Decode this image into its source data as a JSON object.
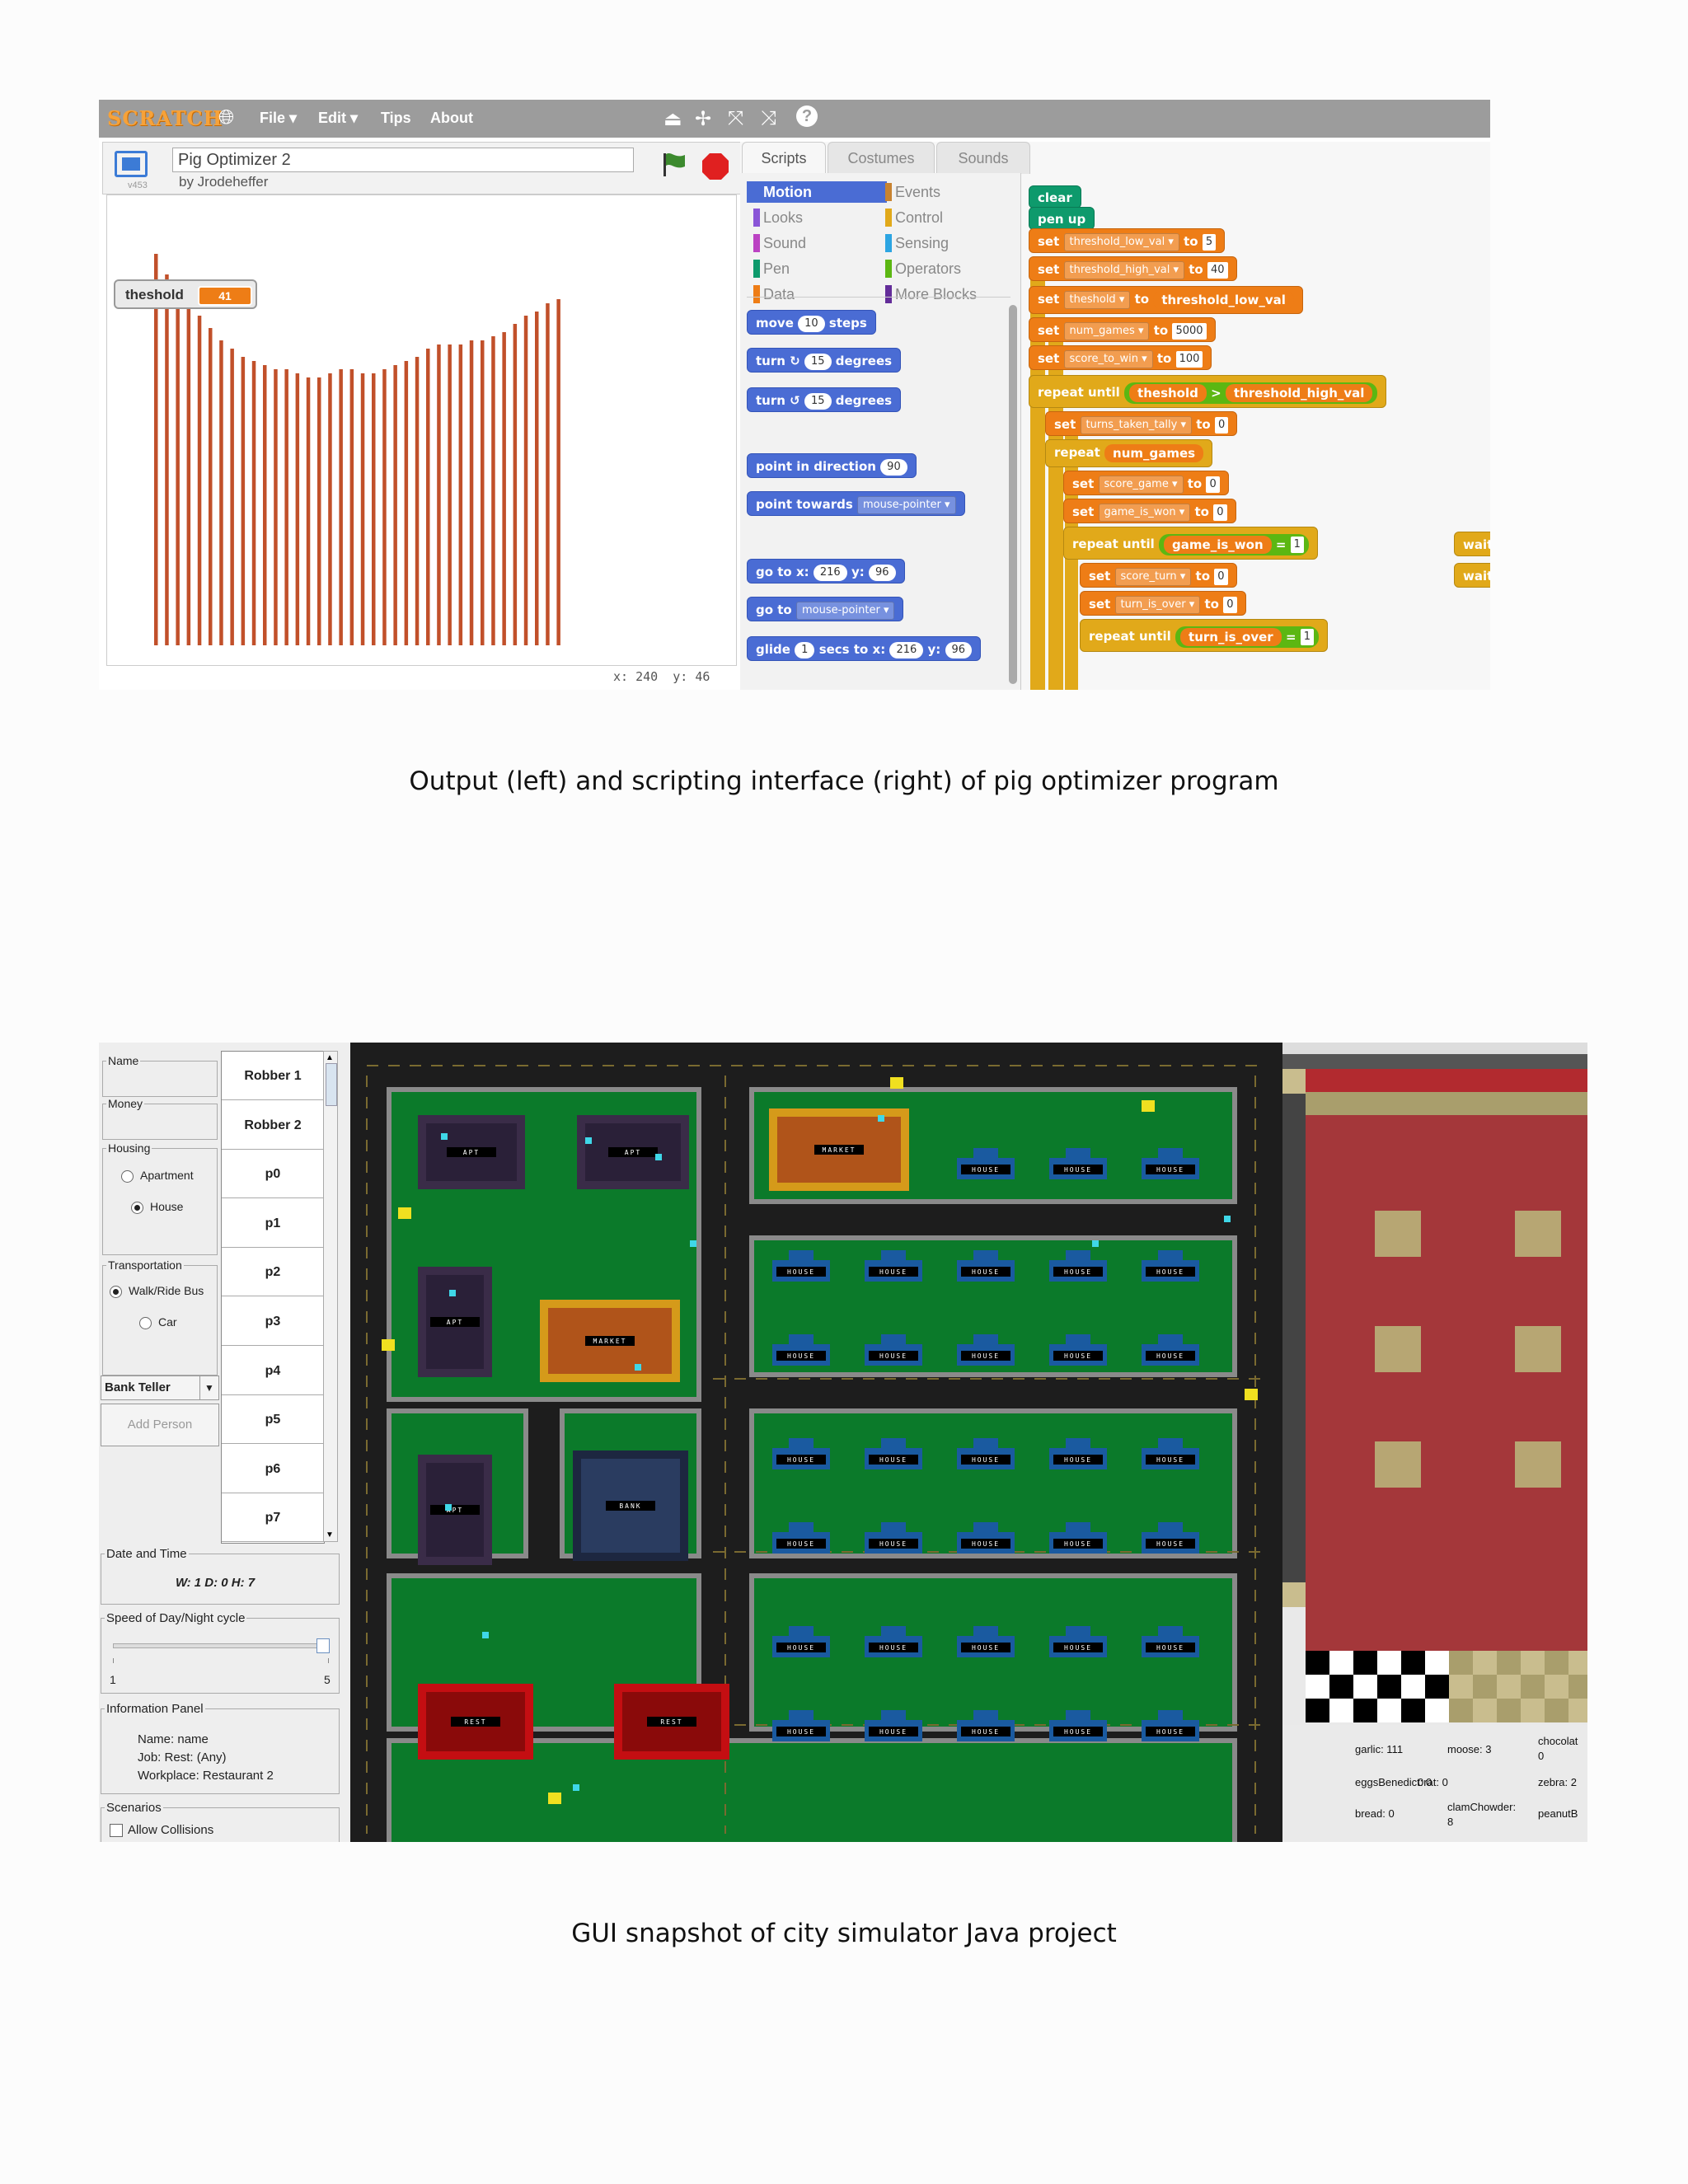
{
  "scratch": {
    "logo": "SCRATCH",
    "menu": [
      "File ▾",
      "Edit ▾",
      "Tips",
      "About"
    ],
    "tool_icons": [
      "stamp-icon",
      "move-icon",
      "grow-icon",
      "shrink-icon",
      "help-icon"
    ],
    "tool_glyphs": [
      "⏏",
      "✢",
      "⤧",
      "⤨",
      "?"
    ],
    "project_title": "Pig Optimizer 2",
    "author": "by Jrodeheffer",
    "version": "v453",
    "monitor": {
      "label": "theshold",
      "value": "41"
    },
    "mouse_x": "x: 240",
    "mouse_y": "y: 46",
    "tabs": [
      "Scripts",
      "Costumes",
      "Sounds"
    ],
    "categories": [
      {
        "name": "Motion",
        "color": "#4a6cd4"
      },
      {
        "name": "Events",
        "color": "#c88330"
      },
      {
        "name": "Looks",
        "color": "#8a55d7"
      },
      {
        "name": "Control",
        "color": "#e1a91a"
      },
      {
        "name": "Sound",
        "color": "#bb42c3"
      },
      {
        "name": "Sensing",
        "color": "#2ca5e2"
      },
      {
        "name": "Pen",
        "color": "#0e9a6c"
      },
      {
        "name": "Operators",
        "color": "#5cb712"
      },
      {
        "name": "Data",
        "color": "#ee7d16"
      },
      {
        "name": "More Blocks",
        "color": "#632d99"
      }
    ],
    "palette": {
      "move": "move",
      "move_val": "10",
      "steps": "steps",
      "turn": "turn",
      "turn_right_glyph": "↻",
      "turn_left_glyph": "↺",
      "deg_val": "15",
      "degrees": "degrees",
      "point_dir": "point in direction",
      "dir_val": "90",
      "point_towards": "point towards",
      "towards_val": "mouse-pointer",
      "goto": "go to x:",
      "goto_x": "216",
      "y": "y:",
      "goto_y": "96",
      "goto2": "go to",
      "goto2_val": "mouse-pointer",
      "glide": "glide",
      "glide_val": "1",
      "glide_secs": "secs to x:",
      "glide_x": "216",
      "glide_y": "96"
    },
    "script": {
      "clear": "clear",
      "pen_up": "pen up",
      "set": "set",
      "to": "to",
      "v1": "threshold_low_val",
      "v1_val": "5",
      "v2": "threshold_high_val",
      "v2_val": "40",
      "v3": "theshold",
      "v3_val": "threshold_low_val",
      "v4": "num_games",
      "v4_val": "5000",
      "v5": "score_to_win",
      "v5_val": "100",
      "repeat_until": "repeat until",
      "cmp_left": "theshold",
      "gt": ">",
      "cmp_right": "threshold_high_val",
      "v6": "turns_taken_tally",
      "v6_val": "0",
      "repeat": "repeat",
      "repeat_val": "num_games",
      "v7": "score_game",
      "v7_val": "0",
      "v8": "game_is_won",
      "v8_val": "0",
      "cmp2_left": "game_is_won",
      "eq": "=",
      "cmp2_right": "1",
      "v9": "score_turn",
      "v9_val": "0",
      "v10": "turn_is_over",
      "v10_val": "0",
      "v11_left": "turn_is_over",
      "v11_right": "1",
      "wait": "wait"
    },
    "bars_colors": {
      "bar": "#c1502a"
    },
    "bar_levels": [
      0.95,
      0.9,
      0.85,
      0.82,
      0.8,
      0.77,
      0.74,
      0.72,
      0.7,
      0.69,
      0.68,
      0.67,
      0.67,
      0.66,
      0.65,
      0.65,
      0.66,
      0.67,
      0.67,
      0.66,
      0.66,
      0.67,
      0.68,
      0.69,
      0.7,
      0.72,
      0.73,
      0.73,
      0.73,
      0.74,
      0.74,
      0.75,
      0.76,
      0.78,
      0.8,
      0.81,
      0.83,
      0.84
    ]
  },
  "caption1": "Output (left) and scripting interface (right) of pig optimizer program",
  "city": {
    "name_label": "Name",
    "money_label": "Money",
    "housing_label": "Housing",
    "housing_options": [
      "Apartment",
      "House"
    ],
    "transport_label": "Transportation",
    "transport_options": [
      "Walk/Ride Bus",
      "Car"
    ],
    "job_select": "Bank Teller",
    "add_person": "Add Person",
    "people": [
      "Robber 1",
      "Robber 2",
      "p0",
      "p1",
      "p2",
      "p3",
      "p4",
      "p5",
      "p6",
      "p7"
    ],
    "date_label": "Date and Time",
    "date_value": "W: 1 D: 0 H: 7",
    "speed_label": "Speed of Day/Night cycle",
    "speed_min": "1",
    "speed_max": "5",
    "speed_level": 1.0,
    "info_label": "Information Panel",
    "info_name": "Name: name",
    "info_job": "Job: Rest: (Any)",
    "info_workplace": "Workplace: Restaurant 2",
    "scenarios_label": "Scenarios",
    "allow_collisions": "Allow Collisions",
    "buildings": {
      "apt": "APT",
      "market": "MARKET",
      "house": "HOUSE",
      "bank": "BANK",
      "rest": "REST"
    },
    "inventory": [
      {
        "text": "garlic: 111"
      },
      {
        "text": "moose: 3"
      },
      {
        "text": "chocolat"
      },
      {
        "text": "0"
      },
      {
        "text": "eggsBenedict: 0"
      },
      {
        "text": "0rat: 0"
      },
      {
        "text": "zebra: 2"
      },
      {
        "text": "bread: 0"
      },
      {
        "text": "clamChowder:"
      },
      {
        "text": "8"
      },
      {
        "text": "peanutB"
      }
    ]
  },
  "caption2": "GUI snapshot of city simulator Java project"
}
